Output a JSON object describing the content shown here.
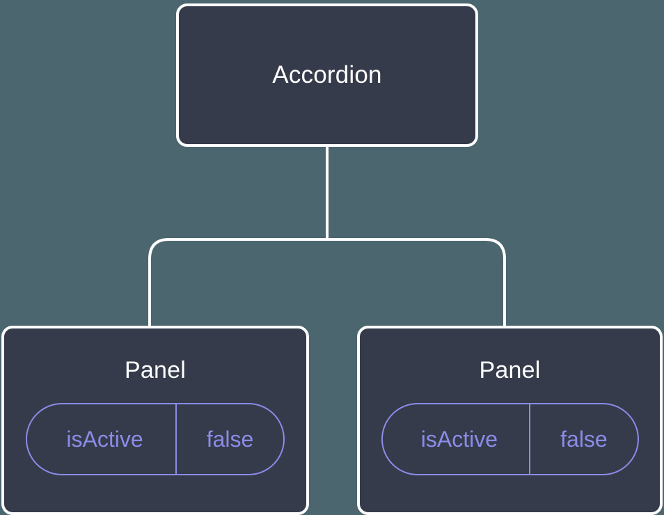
{
  "diagram": {
    "type": "component-tree",
    "background_color": "#4c666f",
    "node_fill_color": "#353b4a",
    "node_border_color": "#ffffff",
    "edge_color": "#ffffff",
    "accent_color": "#8b8ce8",
    "title_color": "#ffffff"
  },
  "root": {
    "label": "Accordion"
  },
  "children": [
    {
      "label": "Panel",
      "state": {
        "key": "isActive",
        "value": "false"
      }
    },
    {
      "label": "Panel",
      "state": {
        "key": "isActive",
        "value": "false"
      }
    }
  ]
}
